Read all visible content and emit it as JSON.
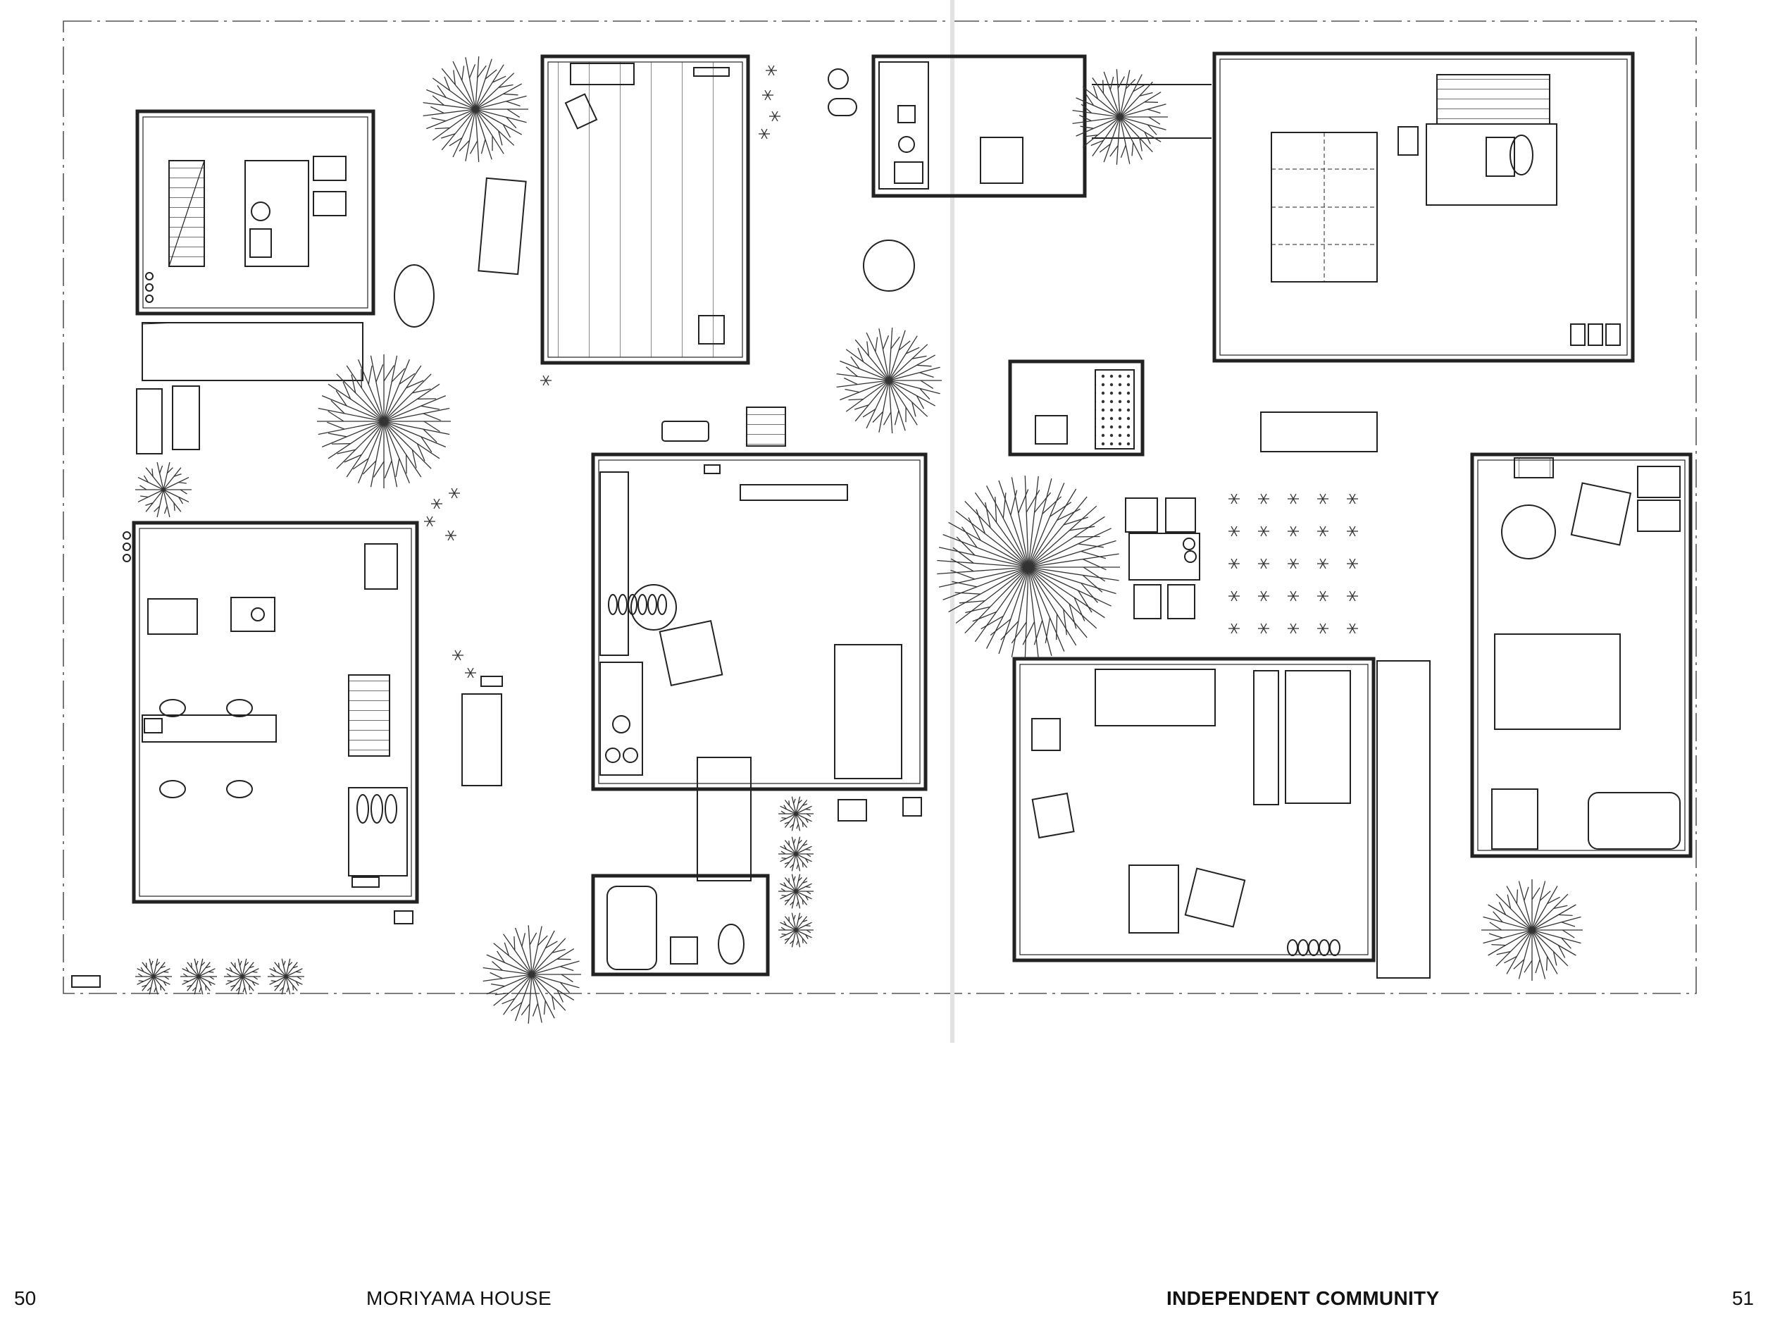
{
  "footer": {
    "page_left": "50",
    "title_left": "MORIYAMA HOUSE",
    "title_right": "INDEPENDENT COMMUNITY",
    "page_right": "51"
  }
}
